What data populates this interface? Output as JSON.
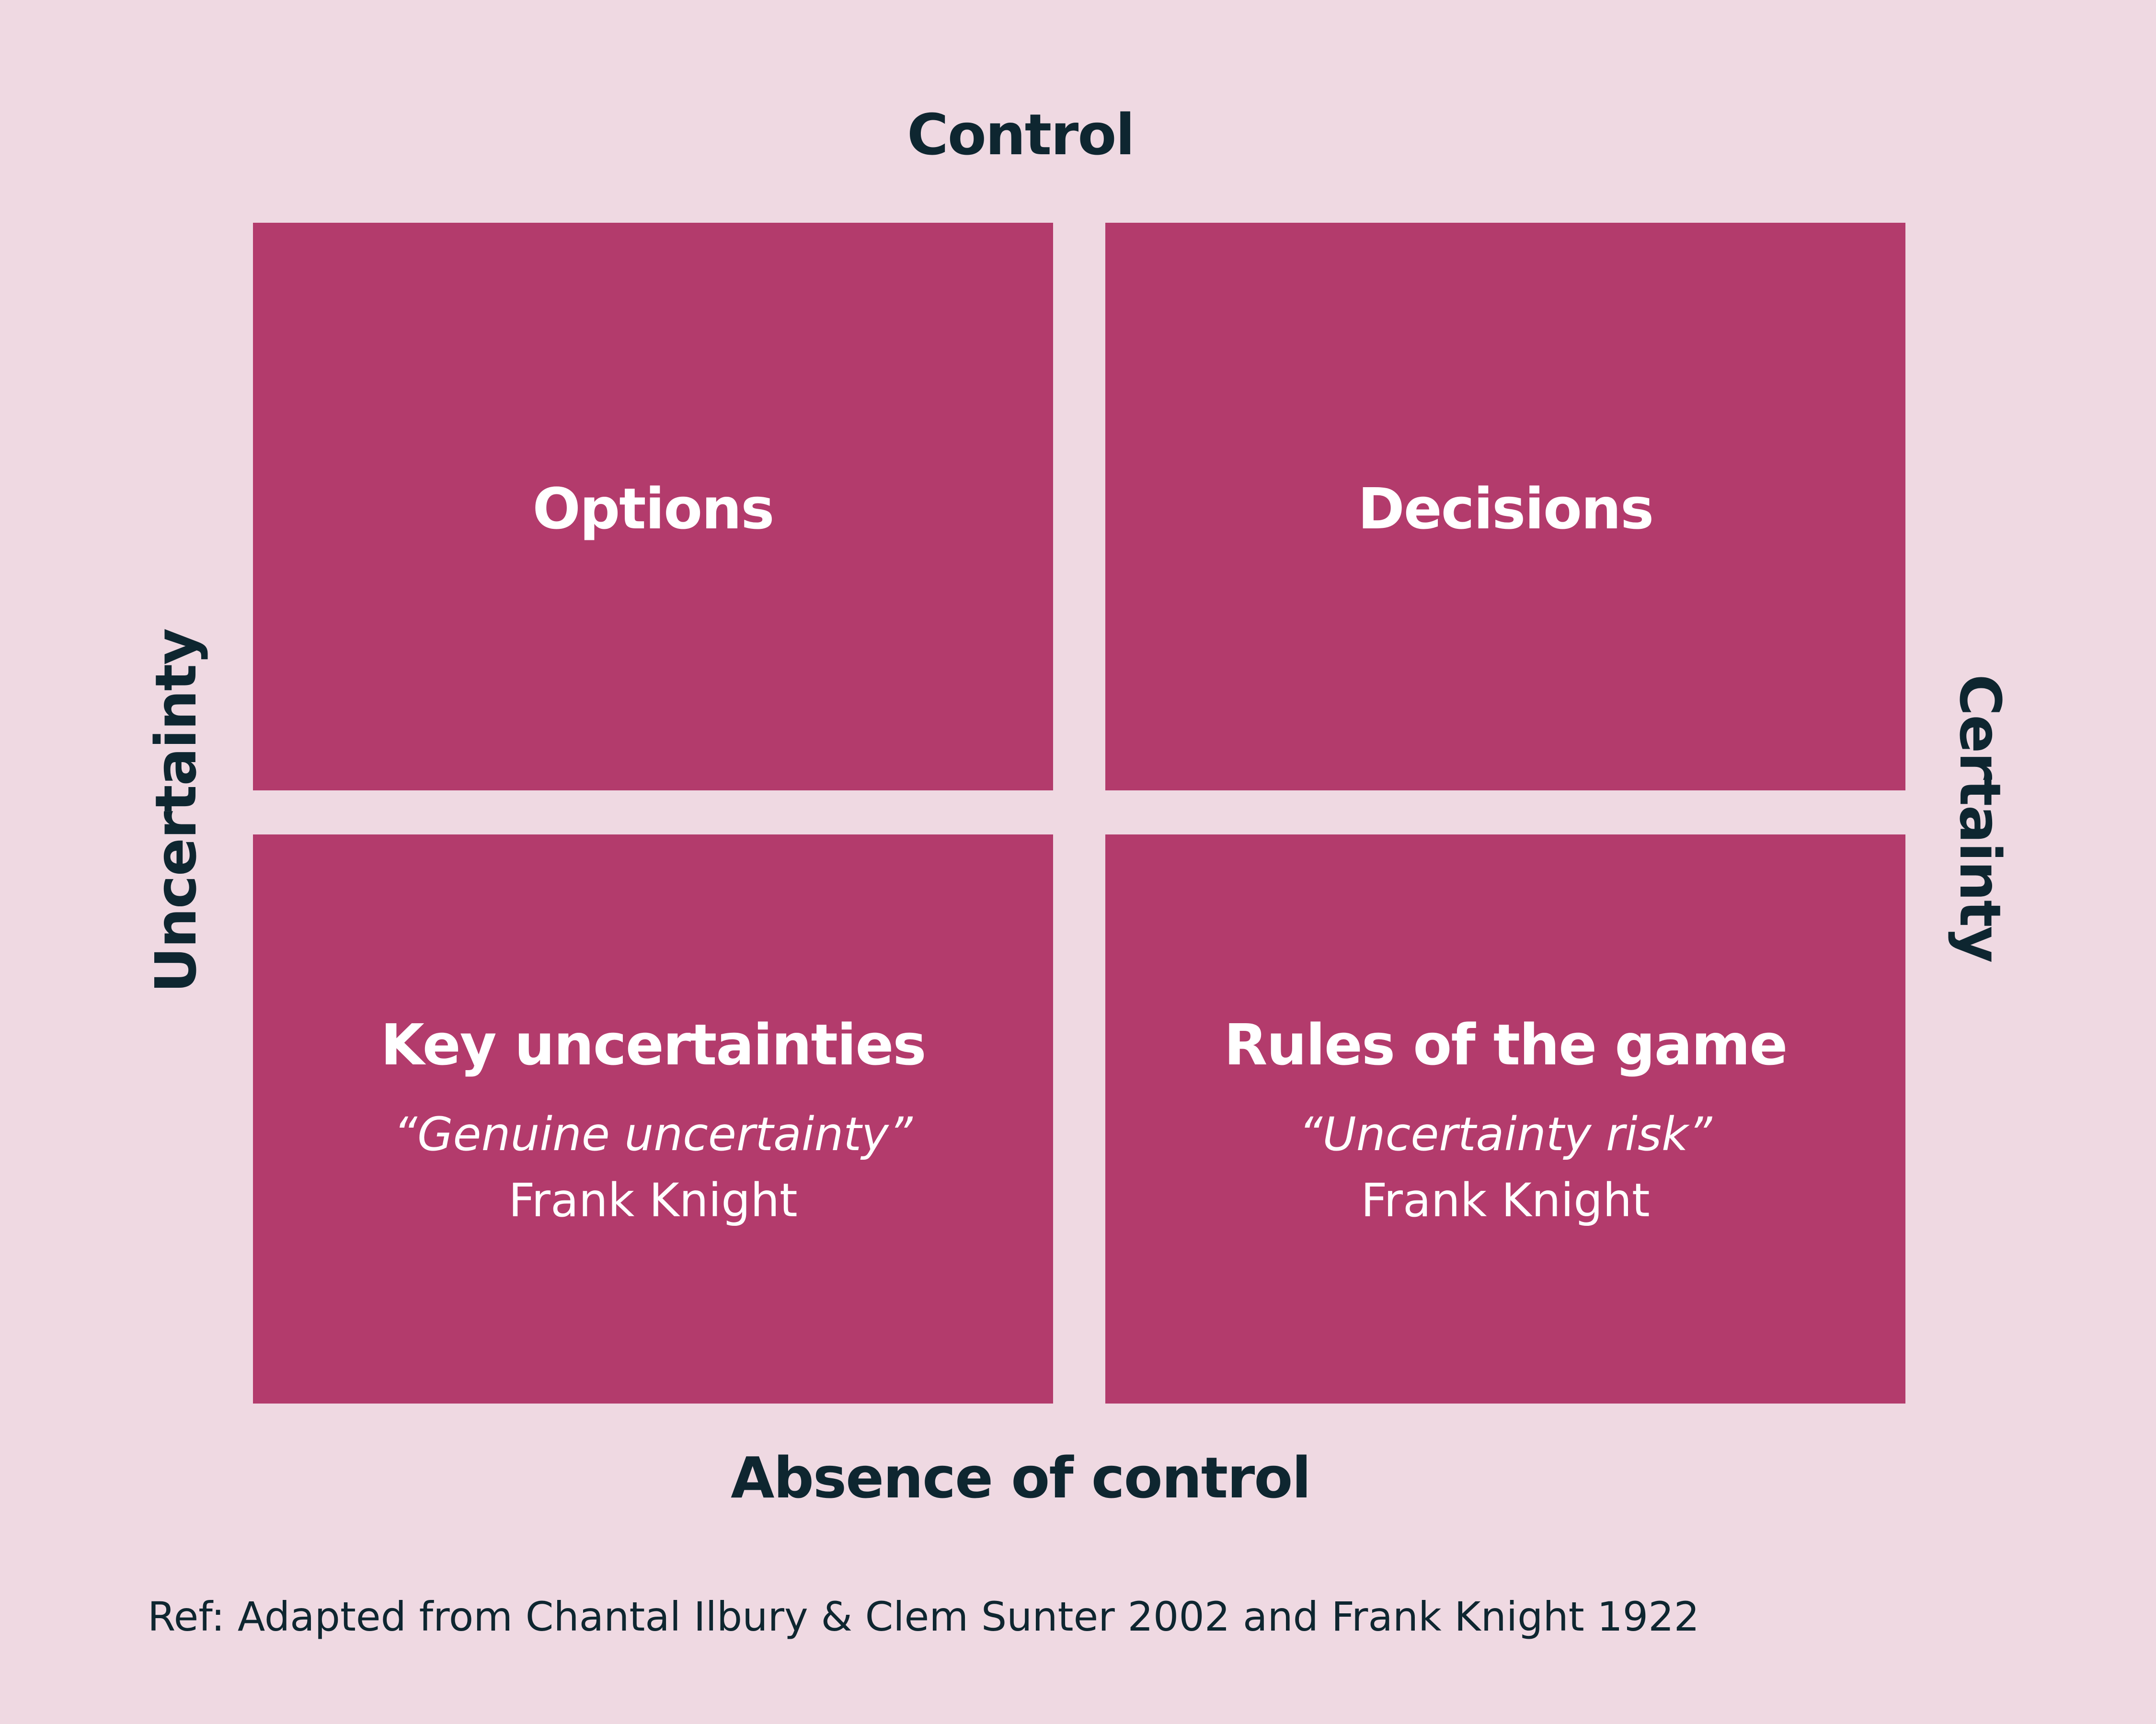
{
  "axes": {
    "top": "Control",
    "bottom": "Absence of control",
    "left": "Uncertainty",
    "right": "Certainty"
  },
  "quadrants": [
    {
      "title": "Options"
    },
    {
      "title": "Decisions"
    },
    {
      "title": "Key uncertainties",
      "quote": "“Genuine uncertainty”",
      "author": "Frank Knight"
    },
    {
      "title": "Rules of the game",
      "quote": "“Uncertainty risk”",
      "author": "Frank Knight"
    }
  ],
  "reference": "Ref: Adapted from Chantal Ilbury & Clem Sunter 2002 and Frank Knight 1922",
  "colors": {
    "background": "#efd9e2",
    "quadrant": "#b33b6c",
    "text": "#0e2630"
  }
}
